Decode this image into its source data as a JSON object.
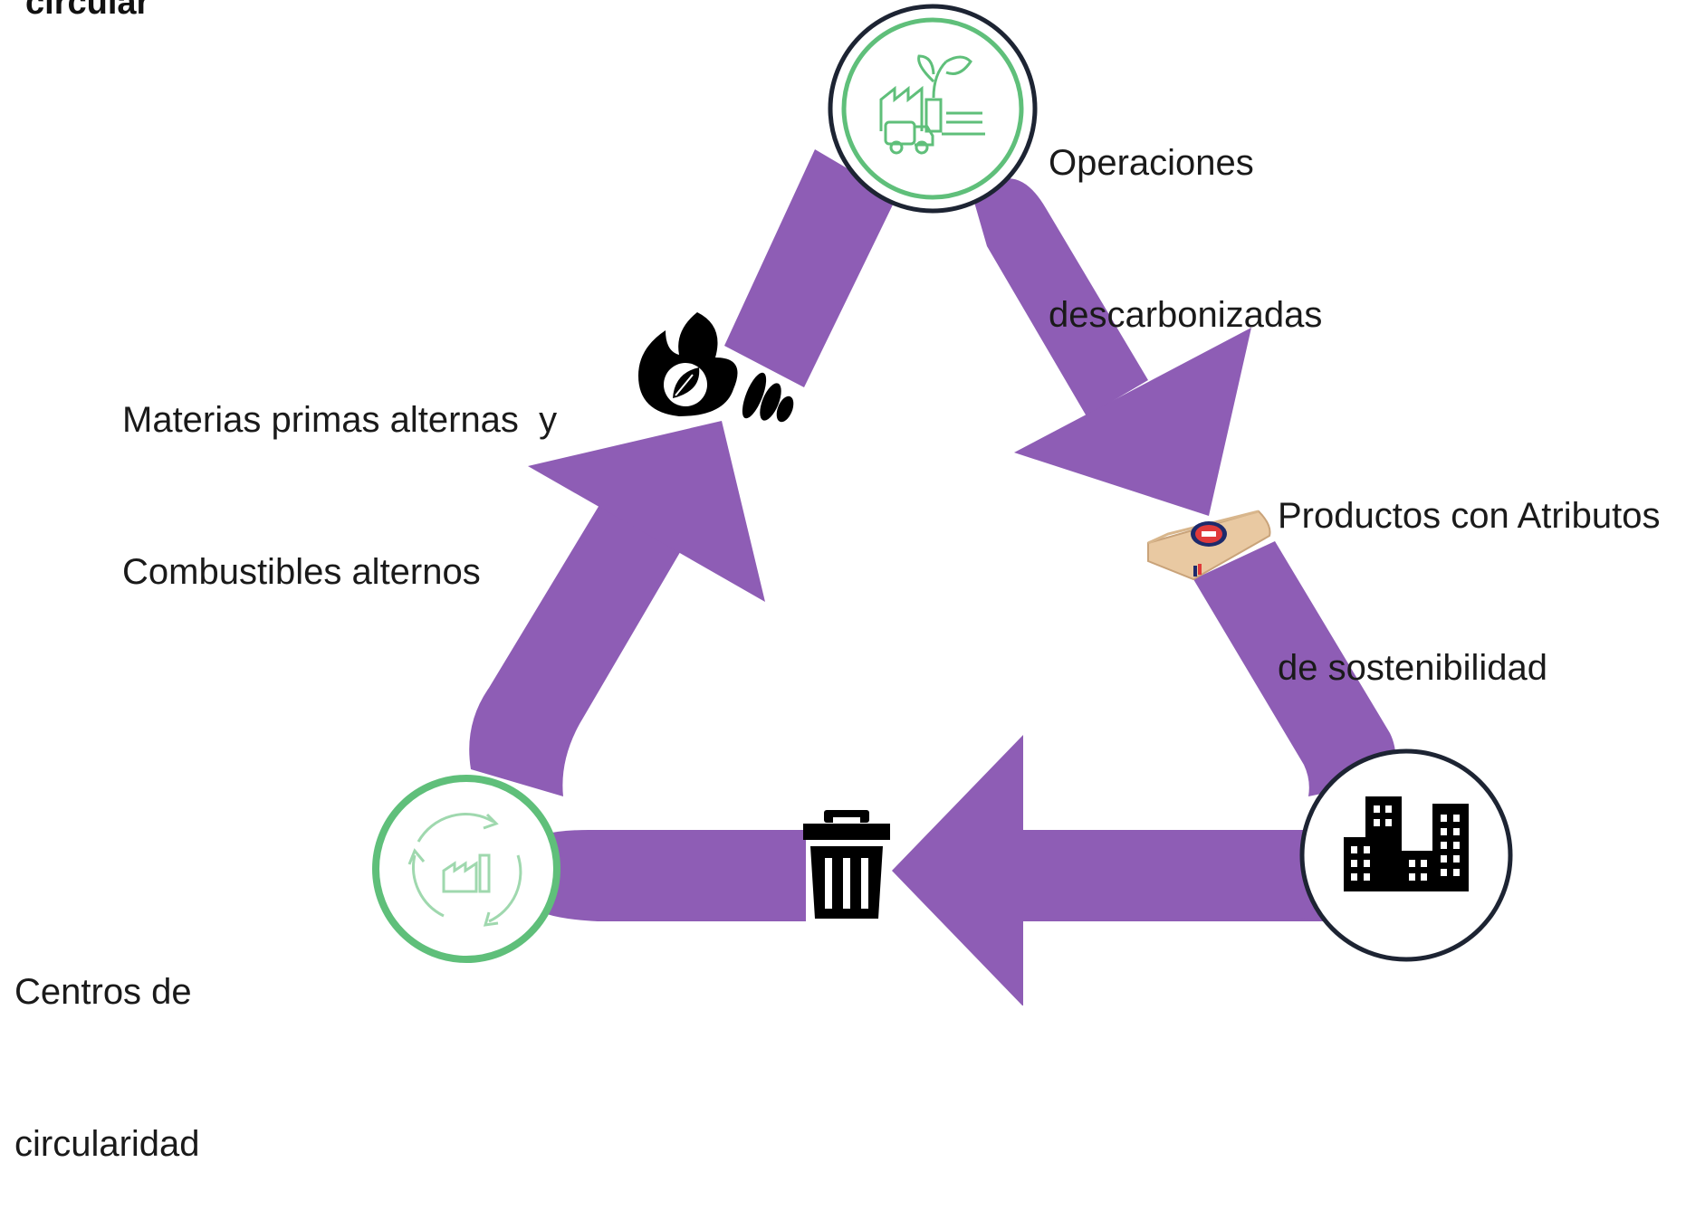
{
  "title": "circular",
  "colors": {
    "arrow": "#8e5db5",
    "ring_green": "#5fbf7a",
    "ring_navy": "#1d2433",
    "icon_black": "#000000"
  },
  "nodes": {
    "operaciones": {
      "line1": "Operaciones",
      "line2": "descarbonizadas",
      "icon": "factory-plant-truck-icon"
    },
    "materias": {
      "line1": "Materias primas alternas  y",
      "line2": "Combustibles alternos",
      "icon": "flame-leaf-icon"
    },
    "productos": {
      "line1": "Productos con Atributos",
      "line2": "de sostenibilidad",
      "icon": "cement-bag-icon"
    },
    "ciudad": {
      "icon": "buildings-icon"
    },
    "residuos": {
      "icon": "trash-bin-icon"
    },
    "centros": {
      "line1": "Centros de",
      "line2": "circularidad",
      "icon": "recycle-factory-icon"
    }
  }
}
